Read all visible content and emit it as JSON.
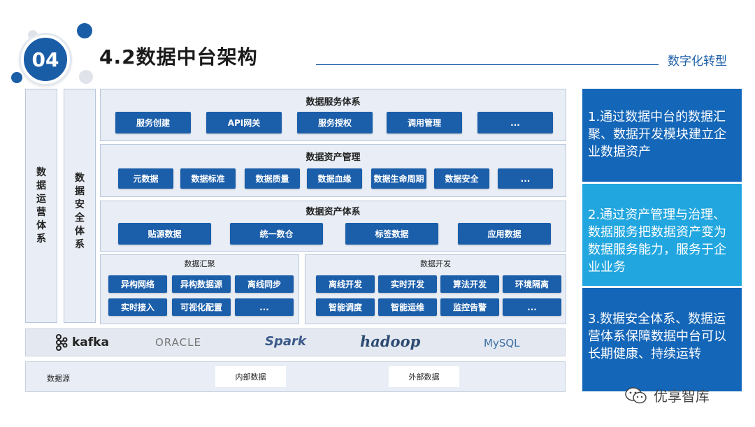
{
  "header": {
    "badge": "04",
    "title": "4.2数据中台架构",
    "subtitle": "数字化转型"
  },
  "left_columns": [
    {
      "label": "数据运营体系"
    },
    {
      "label": "数据安全体系"
    }
  ],
  "service": {
    "title": "数据服务体系",
    "items": [
      "服务创建",
      "API网关",
      "服务授权",
      "调用管理",
      "..."
    ]
  },
  "asset_mgmt": {
    "title": "数据资产管理",
    "items": [
      "元数据",
      "数据标准",
      "数据质量",
      "数据血缘",
      "数据生命周期",
      "数据安全",
      "..."
    ]
  },
  "asset_system": {
    "title": "数据资产体系",
    "items": [
      "贴源数据",
      "统一数仓",
      "标签数据",
      "应用数据"
    ]
  },
  "aggregation": {
    "title": "数据汇聚",
    "items": [
      "异构网络",
      "异构数据源",
      "离线同步",
      "实时接入",
      "可视化配置",
      "..."
    ]
  },
  "development": {
    "title": "数据开发",
    "items": [
      "离线开发",
      "实时开发",
      "算法开发",
      "环境隔离",
      "智能调度",
      "智能运维",
      "监控告警",
      "..."
    ]
  },
  "logos": [
    "kafka",
    "ORACLE",
    "Spark",
    "hadoop",
    "MySQL"
  ],
  "sources": {
    "label": "数据源",
    "internal": "内部数据",
    "external": "外部数据"
  },
  "right_notes": [
    "1.通过数据中台的数据汇聚、数据开发模块建立企业数据资产",
    "2.通过资产管理与治理、数据服务把数据资产变为数据服务能力，服务于企业业务",
    "3.数据安全体系、数据运营体系保障数据中台可以长期健康、持续运转"
  ],
  "watermark": "优享智库",
  "colors": {
    "primary": "#1b5eaa",
    "panel": "#e9eef6",
    "right_dark": "#1466b8",
    "right_light": "#22a6df"
  }
}
